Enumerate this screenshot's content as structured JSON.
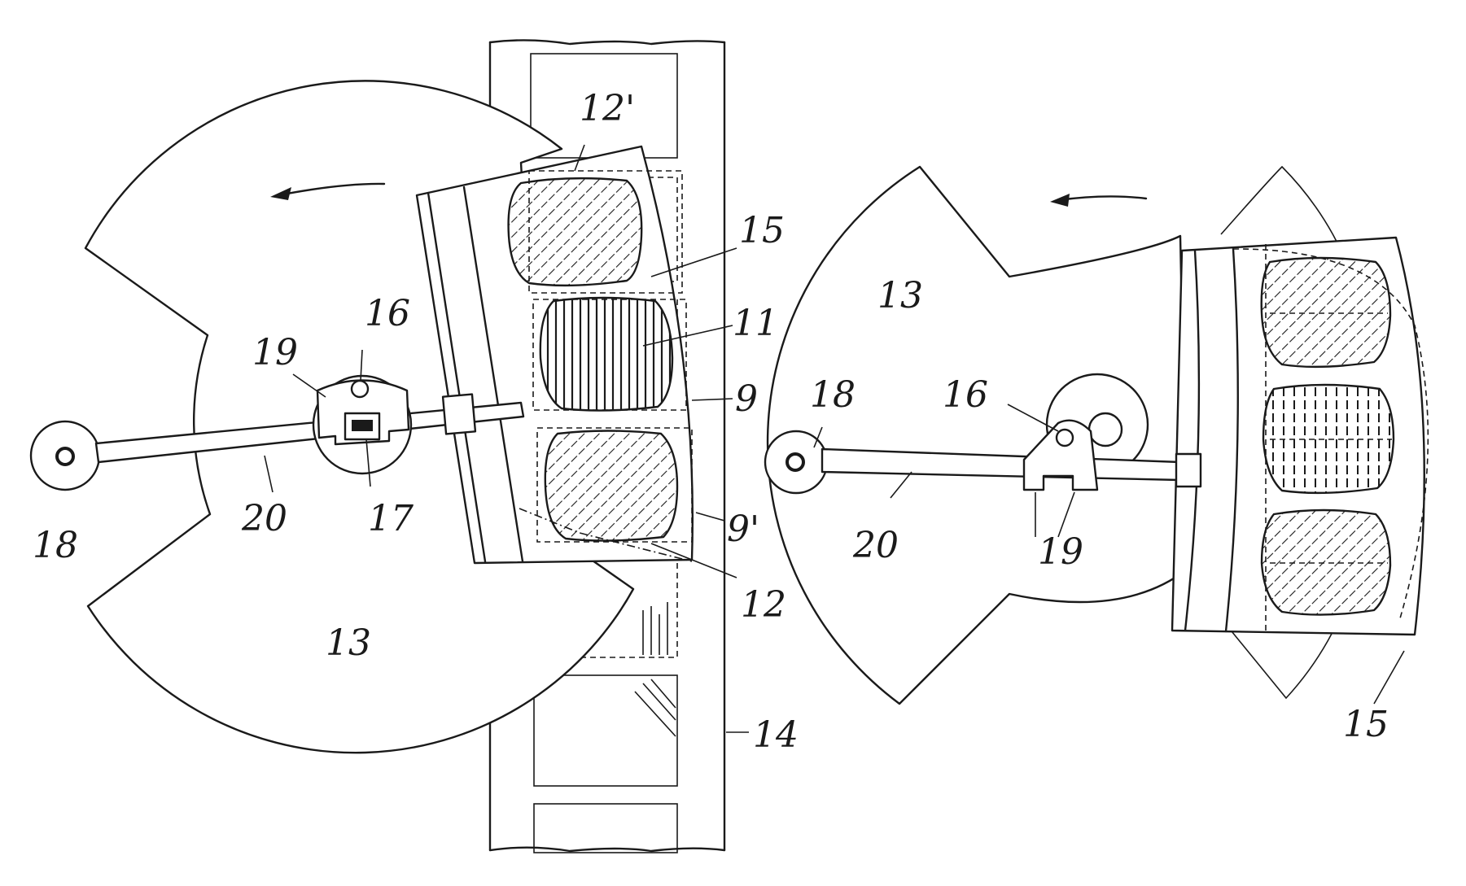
{
  "labels": {
    "n12p": "12'",
    "n15a": "15",
    "n11": "11",
    "n9": "9",
    "n9p": "9'",
    "n12": "12",
    "n16a": "16",
    "n19a": "19",
    "n20a": "20",
    "n17": "17",
    "n18a": "18",
    "n13a": "13",
    "n14": "14",
    "n13b": "13",
    "n18b": "18",
    "n16b": "16",
    "n20b": "20",
    "n19b": "19",
    "n15b": "15"
  }
}
